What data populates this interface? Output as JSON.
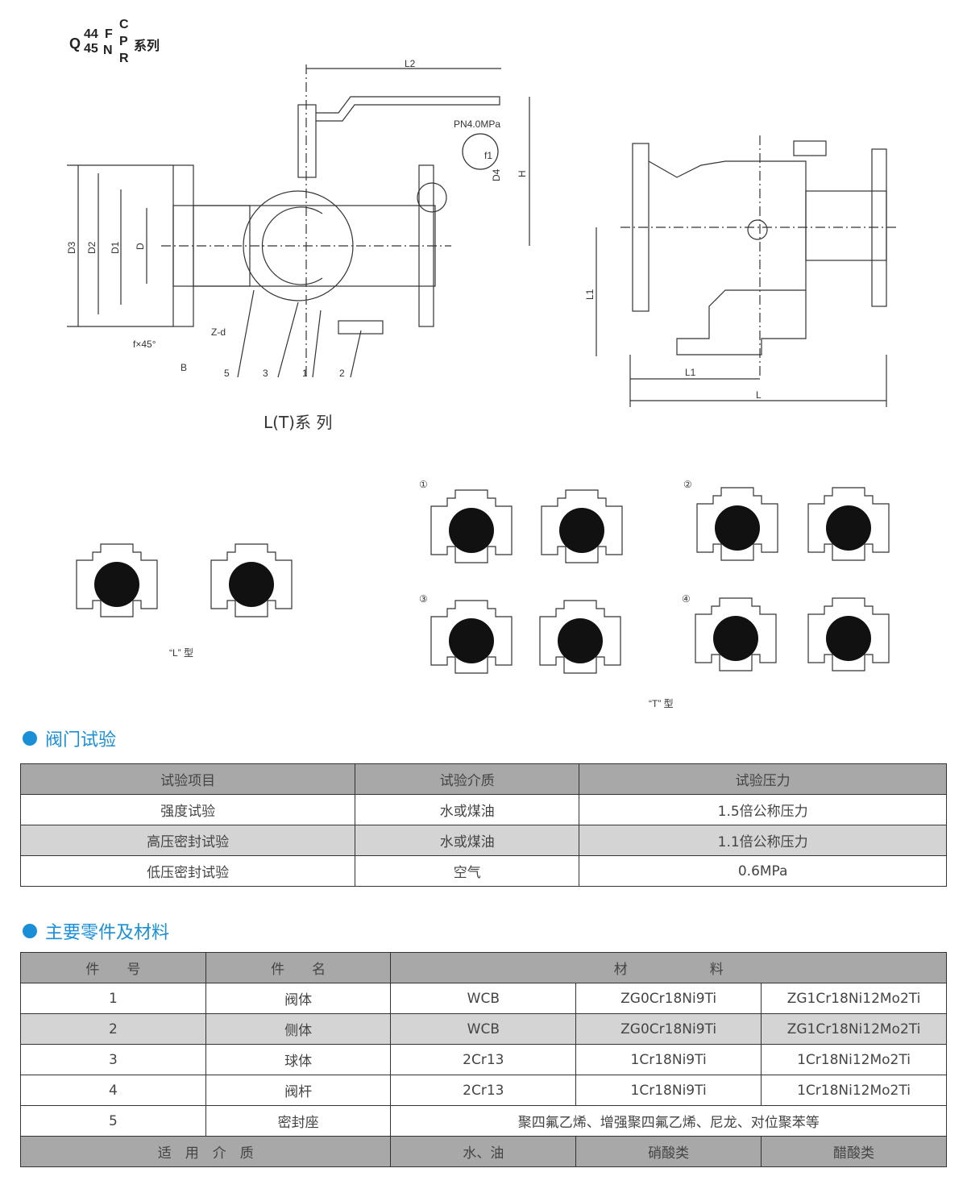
{
  "series_title": {
    "q": "Q",
    "n1": "44",
    "n2": "45",
    "f": "F",
    "n": "N",
    "c": "C",
    "p": "P",
    "r": "R",
    "suffix": "系列"
  },
  "drawing": {
    "caption": "L(T)系  列",
    "labels": {
      "l2": "L2",
      "pn": "PN4.0MPa",
      "f1": "f1",
      "d4": "D4",
      "h": "H",
      "d3": "D3",
      "d2": "D2",
      "d1": "D1",
      "d": "D",
      "zd": "Z-d",
      "fx": "f×45°",
      "b": "B",
      "p5": "5",
      "p3": "3",
      "p1": "1",
      "p2": "2",
      "l1": "L1",
      "l1b": "L1",
      "l": "L"
    }
  },
  "flow": {
    "l_caption": "“L” 型",
    "t_caption": "“T” 型",
    "nums": [
      "①",
      "②",
      "③",
      "④"
    ]
  },
  "test_section": {
    "title": "阀门试验",
    "headers": [
      "试验项目",
      "试验介质",
      "试验压力"
    ],
    "rows": [
      [
        "强度试验",
        "水或煤油",
        "1.5倍公称压力"
      ],
      [
        "高压密封试验",
        "水或煤油",
        "1.1倍公称压力"
      ],
      [
        "低压密封试验",
        "空气",
        "0.6MPa"
      ]
    ]
  },
  "parts_section": {
    "title": "主要零件及材料",
    "headers": [
      "件　　号",
      "件　　名",
      "材　　　　　　料"
    ],
    "rows": [
      [
        "1",
        "阀体",
        "WCB",
        "ZG0Cr18Ni9Ti",
        "ZG1Cr18Ni12Mo2Ti"
      ],
      [
        "2",
        "侧体",
        "WCB",
        "ZG0Cr18Ni9Ti",
        "ZG1Cr18Ni12Mo2Ti"
      ],
      [
        "3",
        "球体",
        "2Cr13",
        "1Cr18Ni9Ti",
        "1Cr18Ni12Mo2Ti"
      ],
      [
        "4",
        "阀杆",
        "2Cr13",
        "1Cr18Ni9Ti",
        "1Cr18Ni12Mo2Ti"
      ]
    ],
    "row5": [
      "5",
      "密封座",
      "聚四氟乙烯、增强聚四氟乙烯、尼龙、对位聚苯等"
    ],
    "media": [
      "适　用　介　质",
      "水、油",
      "硝酸类",
      "醋酸类"
    ]
  }
}
